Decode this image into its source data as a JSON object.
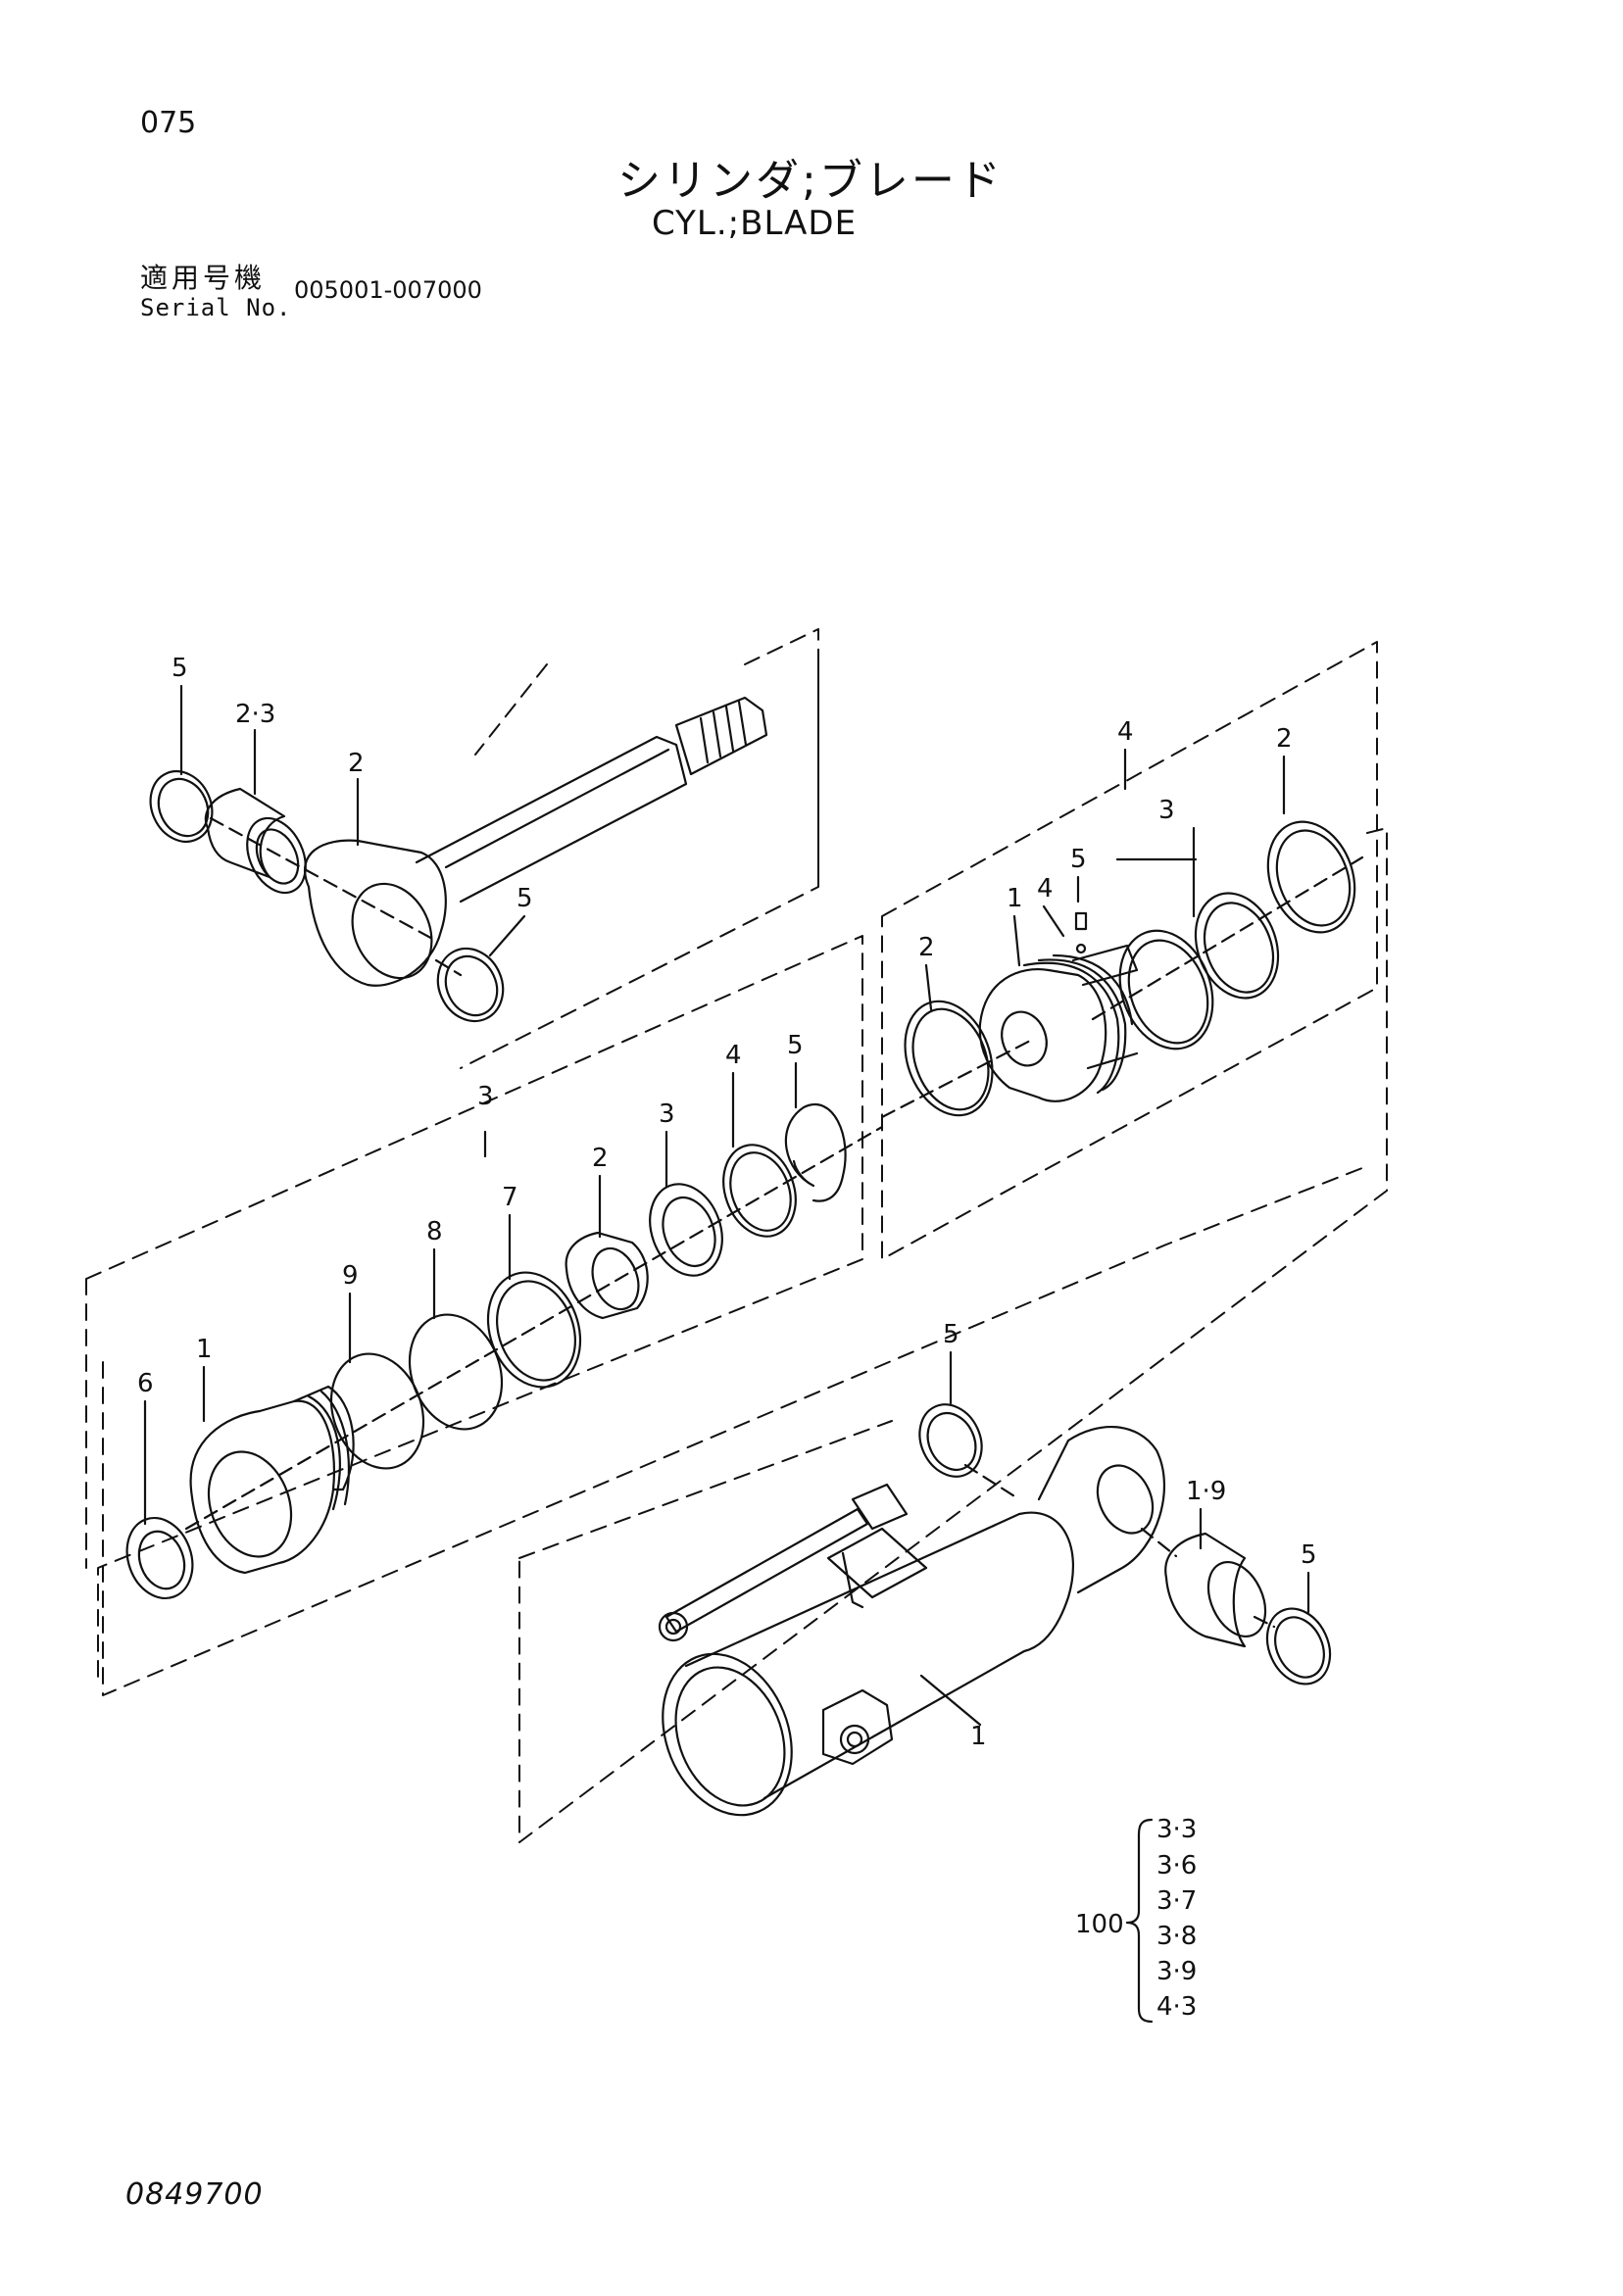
{
  "header": {
    "page_number": "075",
    "title_jp": "シリンダ;ブレード",
    "title_en": "CYL.;BLADE",
    "serial_label_jp": "適用号機",
    "serial_label_en": "Serial No.",
    "serial_range": "005001-007000"
  },
  "callouts": {
    "rod_o_ring_top": "5",
    "rod_bushing": "2·3",
    "rod": "2",
    "rod_o_ring_eye": "5",
    "head_group": "3",
    "head_item_2": "2",
    "head_item_3": "3",
    "head_item_4": "4",
    "head_item_5": "5",
    "head_item_7": "7",
    "head_item_8": "8",
    "head_item_9": "9",
    "head_item_1": "1",
    "head_item_6": "6",
    "piston_group": "4",
    "piston_item_2_right": "2",
    "piston_item_3": "3",
    "piston_item_5": "5",
    "piston_item_4": "4",
    "piston_item_1": "1",
    "piston_item_2_left": "2",
    "tube_o_ring_top": "5",
    "tube_bushing": "1·9",
    "tube_o_ring_right": "5",
    "tube": "1"
  },
  "seal_kit": {
    "number": "100",
    "items": [
      "3·3",
      "3·6",
      "3·7",
      "3·8",
      "3·9",
      "4·3"
    ]
  },
  "footer": {
    "document_number": "0849700"
  }
}
